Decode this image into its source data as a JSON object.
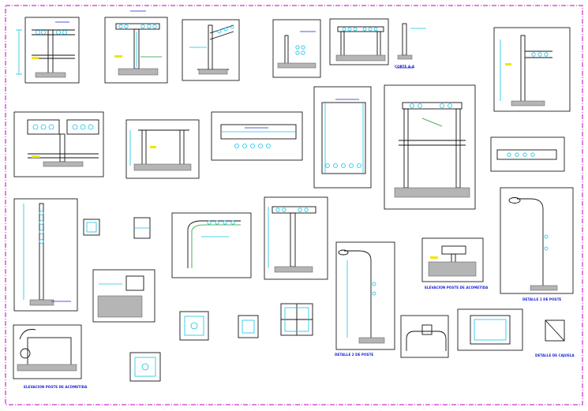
{
  "drawing": {
    "border_color": "#c000c0",
    "ink_colors": {
      "cyan": "#12c4e8",
      "blue": "#1a24d8",
      "black": "#111111",
      "yellow": "#f2e600",
      "green": "#1a9a3a"
    },
    "captions": {
      "bottom_left": "ELEVACION POSTE DE ACOMETIDA",
      "middle_right": "ELEVACION POSTE DE ACOMETIDA",
      "right_pole": "DETALLE 1 DE POSTE",
      "lamp_post": "DETALLE 2 DE POSTE",
      "far_right": "DETALLE DE CAJUELA",
      "top_row": "CORTE A-A"
    }
  }
}
